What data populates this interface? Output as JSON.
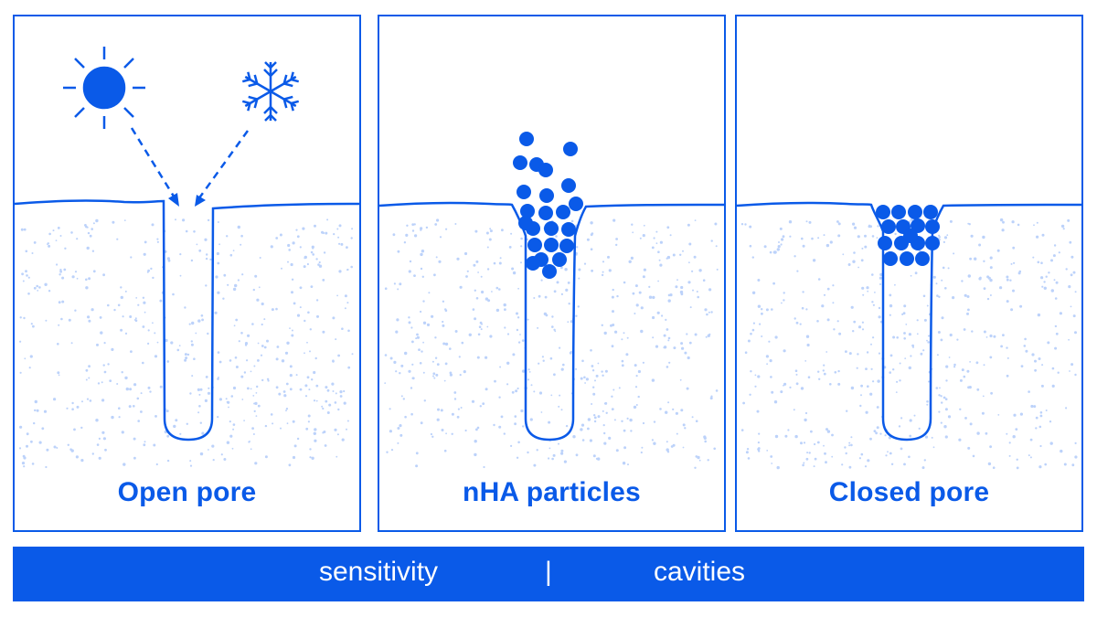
{
  "colors": {
    "accent": "#0a5ae8",
    "dots": "#bcd2fa",
    "background": "#ffffff"
  },
  "panels": [
    {
      "label": "Open pore",
      "icons": [
        "sun-icon",
        "snowflake-icon"
      ]
    },
    {
      "label": "nHA particles"
    },
    {
      "label": "Closed pore"
    }
  ],
  "bar": {
    "left": "sensitivity",
    "separator": "|",
    "right": "cavities"
  }
}
